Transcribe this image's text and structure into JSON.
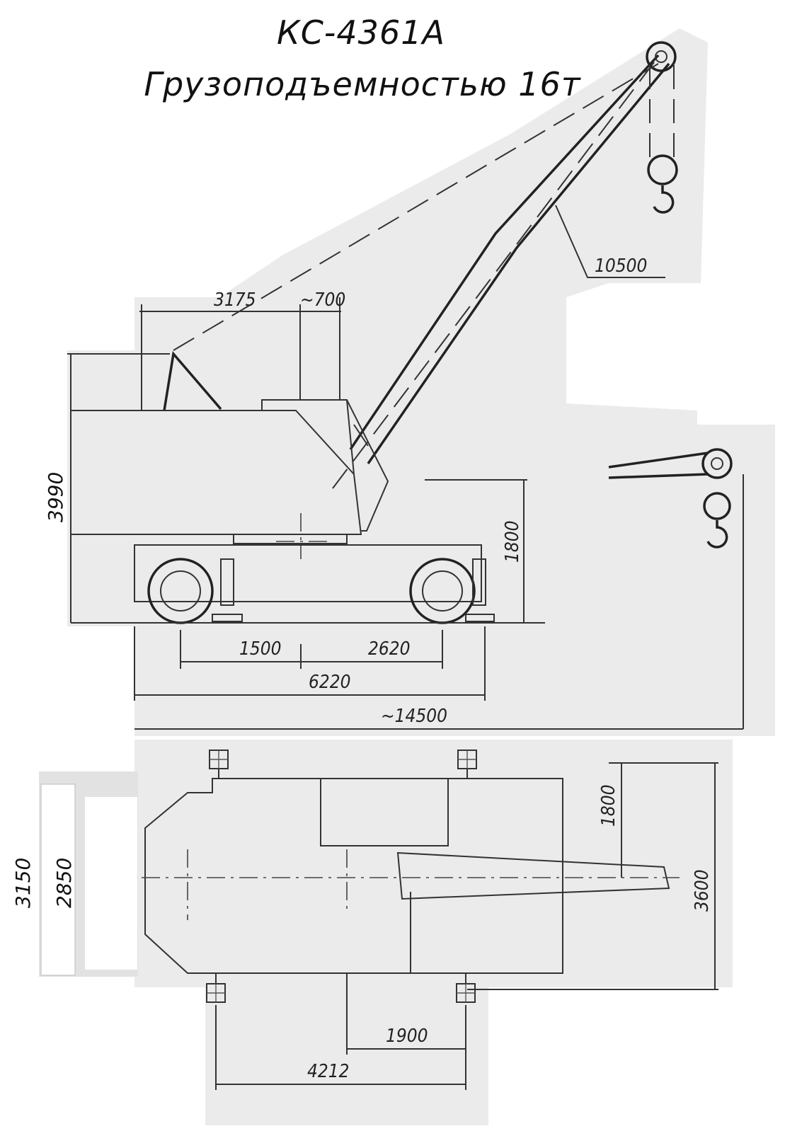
{
  "title": {
    "model": "КС-4361А",
    "capacity": "Грузоподъемностью 16т"
  },
  "side_view": {
    "dim_boom_length": "10500",
    "dim_cab_offset": "3175",
    "dim_cab_width": "~700",
    "dim_height": "3990",
    "dim_outrigger_height": "1800",
    "dim_front_axle": "1500",
    "dim_rear_axle": "2620",
    "dim_outrigger_base": "6220",
    "dim_total_length": "~14500"
  },
  "top_view": {
    "dim_width_outer": "3150",
    "dim_width_inner": "2850",
    "dim_half_span": "1800",
    "dim_full_span": "3600",
    "dim_offset": "1900",
    "dim_outrigger_base": "4212"
  },
  "colors": {
    "paper": "#ececec",
    "line": "#333333"
  }
}
